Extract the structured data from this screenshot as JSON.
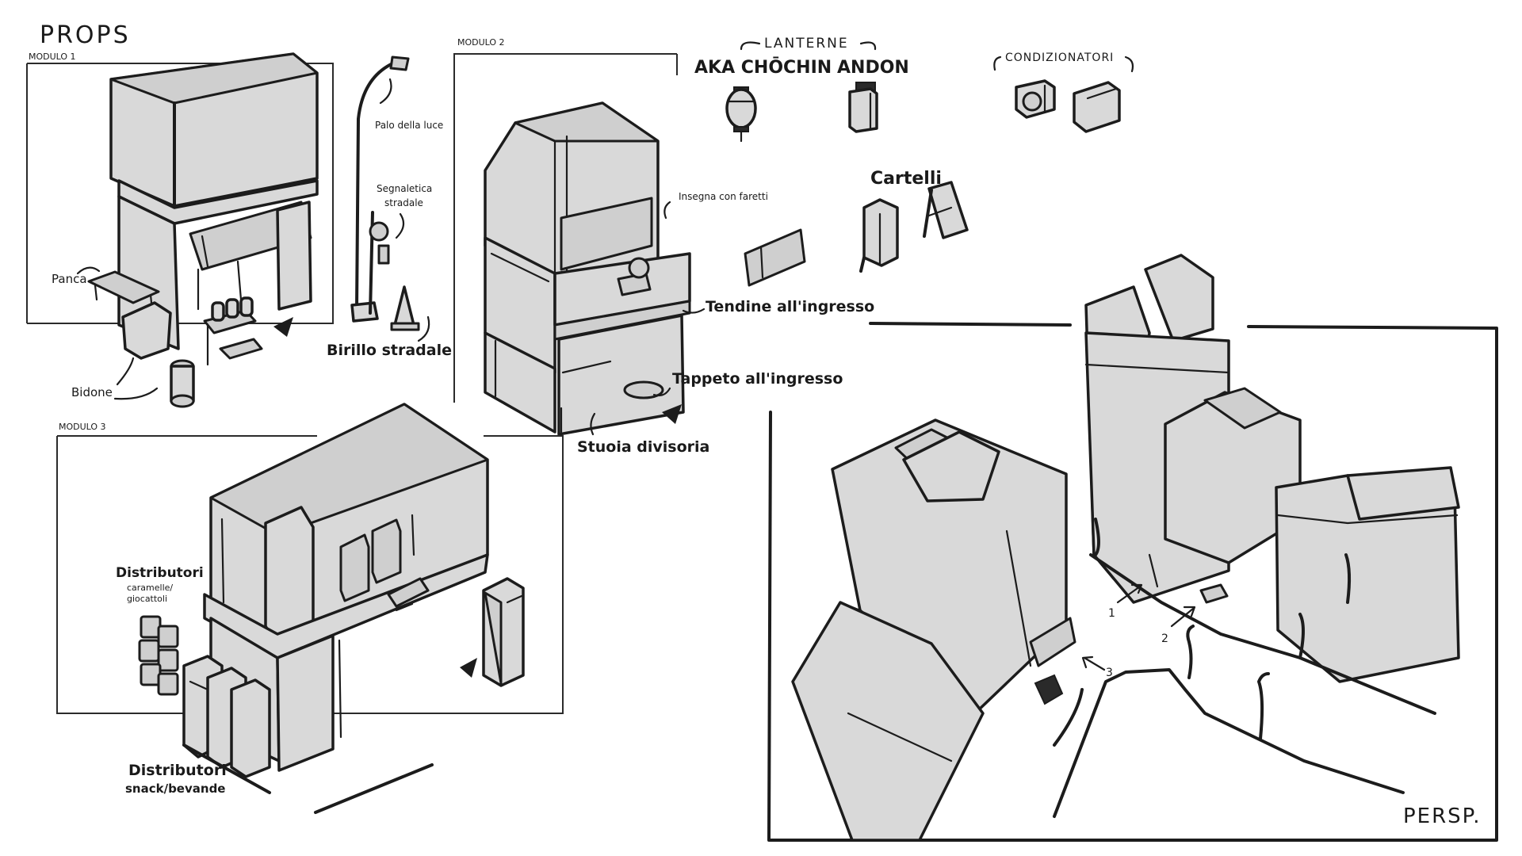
{
  "title": "PROPS",
  "modules": {
    "m1": "MODULO 1",
    "m2": "MODULO 2",
    "m3": "MODULO 3"
  },
  "labels": {
    "panca": "Panca",
    "bidone": "Bidone",
    "palo": "Palo della luce",
    "segnaletica_1": "Segnaletica",
    "segnaletica_2": "stradale",
    "birillo": "Birillo stradale",
    "insegna": "Insegna con faretti",
    "tendine": "Tendine all'ingresso",
    "tappeto": "Tappeto all'ingresso",
    "stuoia": "Stuoia divisoria",
    "lanterne": "LANTERNE",
    "akachochin": "AKA CHŌCHIN",
    "andon": "ANDON",
    "condizionatori": "CONDIZIONATORI",
    "cartelli": "Cartelli",
    "distr_caramelle_title": "Distributori",
    "distr_caramelle_sub1": "caramelle/",
    "distr_caramelle_sub2": "giocattoli",
    "distr_snack_title": "Distributori",
    "distr_snack_sub": "snack/bevande",
    "persp": "PERSP.",
    "arrow1": "1",
    "arrow2": "2",
    "arrow3": "3"
  },
  "colors": {
    "paper": "#ffffff",
    "ink": "#1c1c1c",
    "fill": "#d9d9d9"
  }
}
